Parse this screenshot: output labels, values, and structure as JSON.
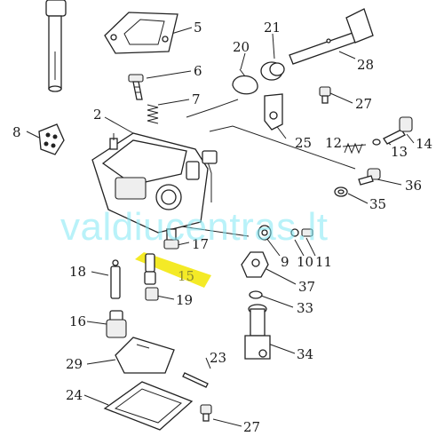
{
  "watermark": "valdiucentras.lt",
  "highlight_color": "#f2e600",
  "callouts": {
    "c2": "2",
    "c5": "5",
    "c6": "6",
    "c7": "7",
    "c8": "8",
    "c9": "9",
    "c10": "10",
    "c11": "11",
    "c12": "12",
    "c13": "13",
    "c14": "14",
    "c15": "15",
    "c16": "16",
    "c17": "17",
    "c18": "18",
    "c19": "19",
    "c20": "20",
    "c21": "21",
    "c23": "23",
    "c24": "24",
    "c25": "25",
    "c27a": "27",
    "c27b": "27",
    "c28": "28",
    "c29": "29",
    "c33": "33",
    "c34": "34",
    "c35": "35",
    "c36": "36",
    "c37": "37"
  }
}
